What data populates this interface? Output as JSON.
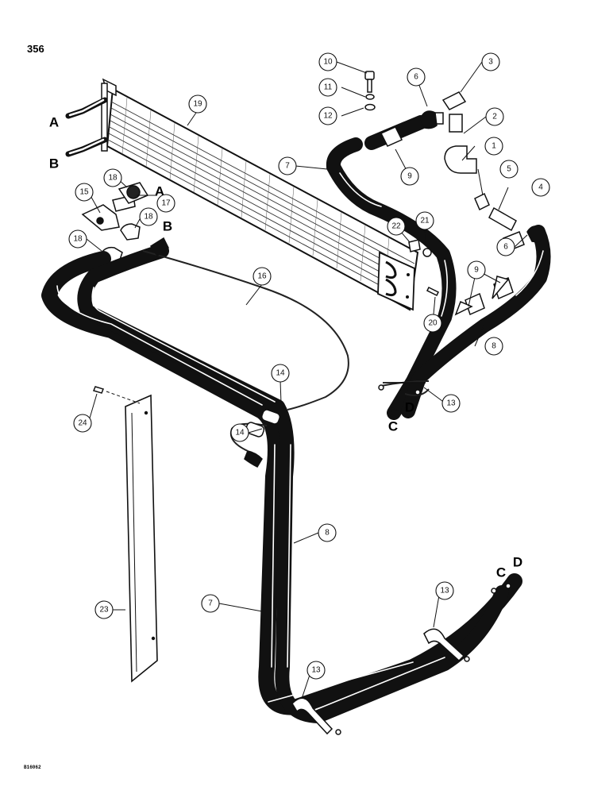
{
  "page_number": "356",
  "figure_code": "B16062",
  "callouts": [
    "1",
    "2",
    "3",
    "4",
    "5",
    "6",
    "6",
    "7",
    "7",
    "8",
    "8",
    "9",
    "9",
    "10",
    "11",
    "12",
    "13",
    "13",
    "13",
    "14",
    "14",
    "15",
    "16",
    "17",
    "18",
    "18",
    "18",
    "19",
    "20",
    "21",
    "22",
    "23",
    "24"
  ],
  "letters": [
    "A",
    "B",
    "A",
    "B",
    "C",
    "D",
    "C",
    "D"
  ],
  "colors": {
    "ink": "#111111",
    "paper": "#ffffff"
  }
}
